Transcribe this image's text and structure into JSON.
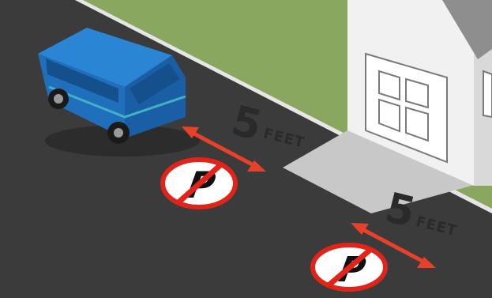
{
  "scene": {
    "labels": [
      {
        "number": "5",
        "unit": "FEET"
      },
      {
        "number": "5",
        "unit": "FEET"
      }
    ],
    "signs": [
      {
        "glyph": "P",
        "meaning": "no-parking"
      },
      {
        "glyph": "P",
        "meaning": "no-parking"
      }
    ],
    "colors": {
      "grass": "#8aa75f",
      "road": "#3b3b3b",
      "curb": "#e6e6e6",
      "driveway": "#c8c8c8",
      "van": "#1f6fbd",
      "arrow": "#e7412b",
      "sign_ring": "#e2231a",
      "house_wall": "#f1f1f1",
      "roof": "#8e8e8e"
    }
  }
}
